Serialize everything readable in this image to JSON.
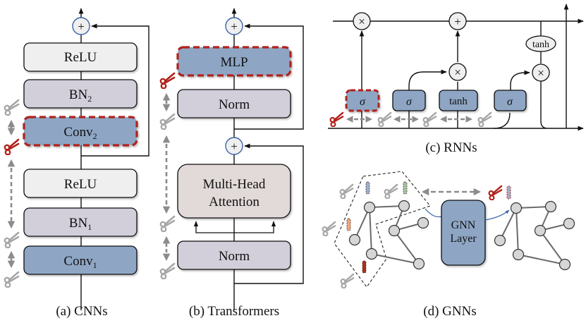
{
  "panels": {
    "cnn": {
      "caption": "(a) CNNs",
      "blocks": [
        {
          "id": "relu2",
          "label": "ReLU",
          "sub": ""
        },
        {
          "id": "bn2",
          "label": "BN",
          "sub": "2"
        },
        {
          "id": "conv2",
          "label": "Conv",
          "sub": "2",
          "pruned": true
        },
        {
          "id": "relu1",
          "label": "ReLU",
          "sub": ""
        },
        {
          "id": "bn1",
          "label": "BN",
          "sub": "1"
        },
        {
          "id": "conv1",
          "label": "Conv",
          "sub": "1"
        }
      ],
      "add_symbol": "+"
    },
    "transformer": {
      "caption": "(b) Transformers",
      "blocks": [
        {
          "id": "mlp",
          "label": "MLP",
          "pruned": true
        },
        {
          "id": "norm2",
          "label": "Norm"
        },
        {
          "id": "mha_line1",
          "label": "Multi-Head"
        },
        {
          "id": "mha_line2",
          "label": "Attention"
        },
        {
          "id": "norm1",
          "label": "Norm"
        }
      ],
      "add_symbol": "+"
    },
    "rnn": {
      "caption": "(c) RNNs",
      "gates": [
        {
          "id": "forget",
          "label": "σ",
          "pruned": true
        },
        {
          "id": "input",
          "label": "σ"
        },
        {
          "id": "cand",
          "label": "tanh"
        },
        {
          "id": "output",
          "label": "σ"
        }
      ],
      "tanh_label": "tanh",
      "mul_symbol": "×",
      "add_symbol": "+"
    },
    "gnn": {
      "caption": "(d) GNNs",
      "layer_line1": "GNN",
      "layer_line2": "Layer"
    }
  },
  "colors": {
    "blue_block": "#8ea6c4",
    "lavender_block": "#d2cfdb",
    "light_block": "#efefef",
    "attention_block": "#e2d9d9",
    "prune_red": "#b0211b",
    "scissor_gray": "#a6a6a6",
    "arrow_gray": "#8c8c8c",
    "node_gray": "#d6d6d6",
    "circle_blue": "#3a64a8",
    "feat_blue": "#9fb0cc",
    "feat_green": "#a8c2a0",
    "feat_orange": "#f2a67a",
    "feat_red": "#a8301c"
  }
}
